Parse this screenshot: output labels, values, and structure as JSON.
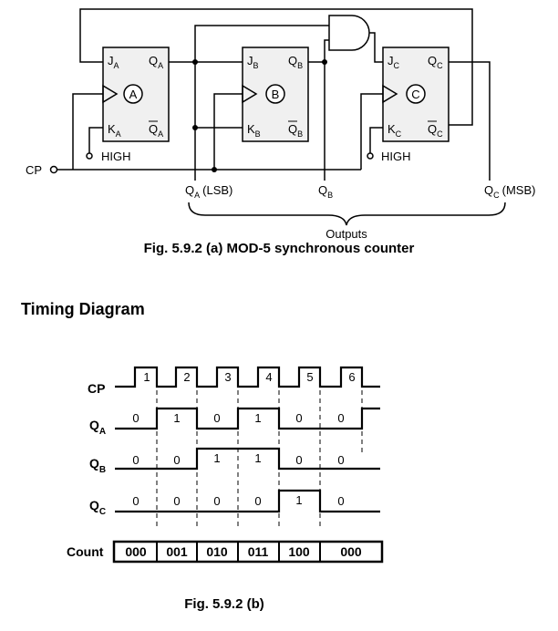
{
  "circuit": {
    "flipflops": [
      {
        "id": "A",
        "j": "J",
        "j_sub": "A",
        "k": "K",
        "k_sub": "A",
        "q": "Q",
        "q_sub": "A",
        "qbar": "Q",
        "qbar_sub": "A"
      },
      {
        "id": "B",
        "j": "J",
        "j_sub": "B",
        "k": "K",
        "k_sub": "B",
        "q": "Q",
        "q_sub": "B",
        "qbar": "Q",
        "qbar_sub": "B"
      },
      {
        "id": "C",
        "j": "J",
        "j_sub": "C",
        "k": "K",
        "k_sub": "C",
        "q": "Q",
        "q_sub": "C",
        "qbar": "Q",
        "qbar_sub": "C"
      }
    ],
    "high_label": "HIGH",
    "cp_label": "CP",
    "out_qa": "Q",
    "out_qa_sub": "A",
    "out_qa_suffix": "(LSB)",
    "out_qb": "Q",
    "out_qb_sub": "B",
    "out_qc": "Q",
    "out_qc_sub": "C",
    "out_qc_suffix": "(MSB)",
    "outputs_label": "Outputs"
  },
  "caption_a": "Fig. 5.9.2 (a) MOD-5 synchronous counter",
  "timing_heading": "Timing Diagram",
  "timing": {
    "signals": [
      {
        "name": "CP",
        "sub": ""
      },
      {
        "name": "Q",
        "sub": "A"
      },
      {
        "name": "Q",
        "sub": "B"
      },
      {
        "name": "Q",
        "sub": "C"
      }
    ],
    "pulse_numbers": [
      "1",
      "2",
      "3",
      "4",
      "5",
      "6"
    ],
    "qa_values": [
      "0",
      "1",
      "0",
      "1",
      "0",
      "0"
    ],
    "qb_values": [
      "0",
      "0",
      "1",
      "1",
      "0",
      "0"
    ],
    "qc_values": [
      "0",
      "0",
      "0",
      "0",
      "1",
      "0"
    ],
    "count_label": "Count",
    "counts": [
      "000",
      "001",
      "010",
      "011",
      "100",
      "000"
    ]
  },
  "caption_b": "Fig. 5.9.2 (b)"
}
